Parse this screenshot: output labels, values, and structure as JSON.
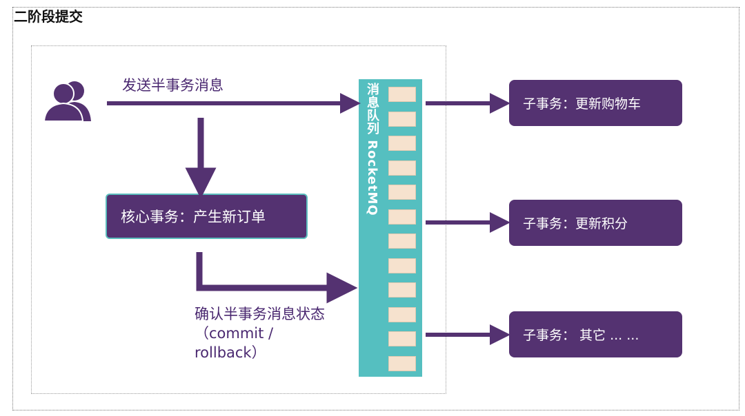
{
  "title": "二阶段提交",
  "send_label": "发送半事务消息",
  "core_label": "核心事务：产生新订单",
  "confirm_label": {
    "line1": "确认半事务消息状态",
    "line2": "（commit /",
    "line3": "rollback）"
  },
  "queue_label": "消息队列 RocketMQ",
  "queue_slots": 12,
  "sub_tasks": [
    "子事务：更新购物车",
    "子事务：更新积分",
    "子事务： 其它 ... ..."
  ],
  "colors": {
    "purple": "#543271",
    "teal": "#55bfc0",
    "slot": "#f6e2ce",
    "arrow": "#543271"
  },
  "icons": [
    "user-group-icon"
  ]
}
